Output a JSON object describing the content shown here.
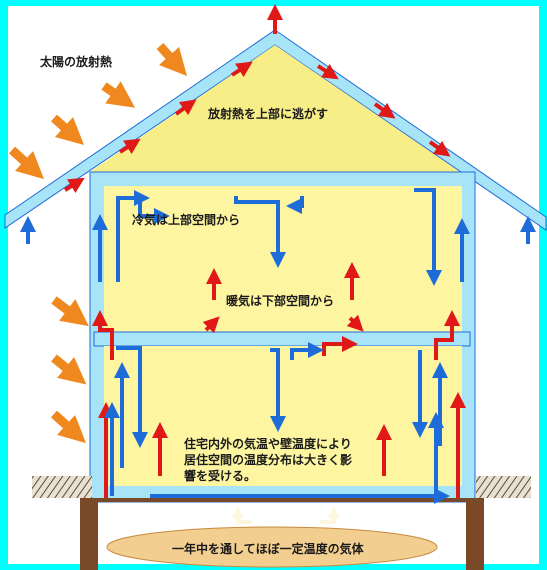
{
  "labels": {
    "solar_radiation": "太陽の放射熱",
    "release_radiation": "放射熱を上部に逃がす",
    "cool_air": "冷気は上部空間から",
    "warm_air": "暖気は下部空間から",
    "note_line1": "住宅内外の気温や壁温度により",
    "note_line2": "居住空間の温度分布は大きく影",
    "note_line3": "響を受ける。",
    "ground": "一年中を通してほぼ一定温度の気体"
  },
  "colors": {
    "frame": "#00ffff",
    "sky_channel": "#a8e4f8",
    "interior": "#fdf5a0",
    "roof_fill": "#f8ee88",
    "sun_arrow": "#f08820",
    "warm_arrow": "#e01818",
    "cool_arrow": "#1e6cd8",
    "ground_ellipse": "#f2cf90"
  },
  "icons": {
    "sun_arrow": "orange-arrow-icon",
    "warm_arrow": "red-arrow-icon",
    "cool_arrow": "blue-arrow-icon"
  }
}
